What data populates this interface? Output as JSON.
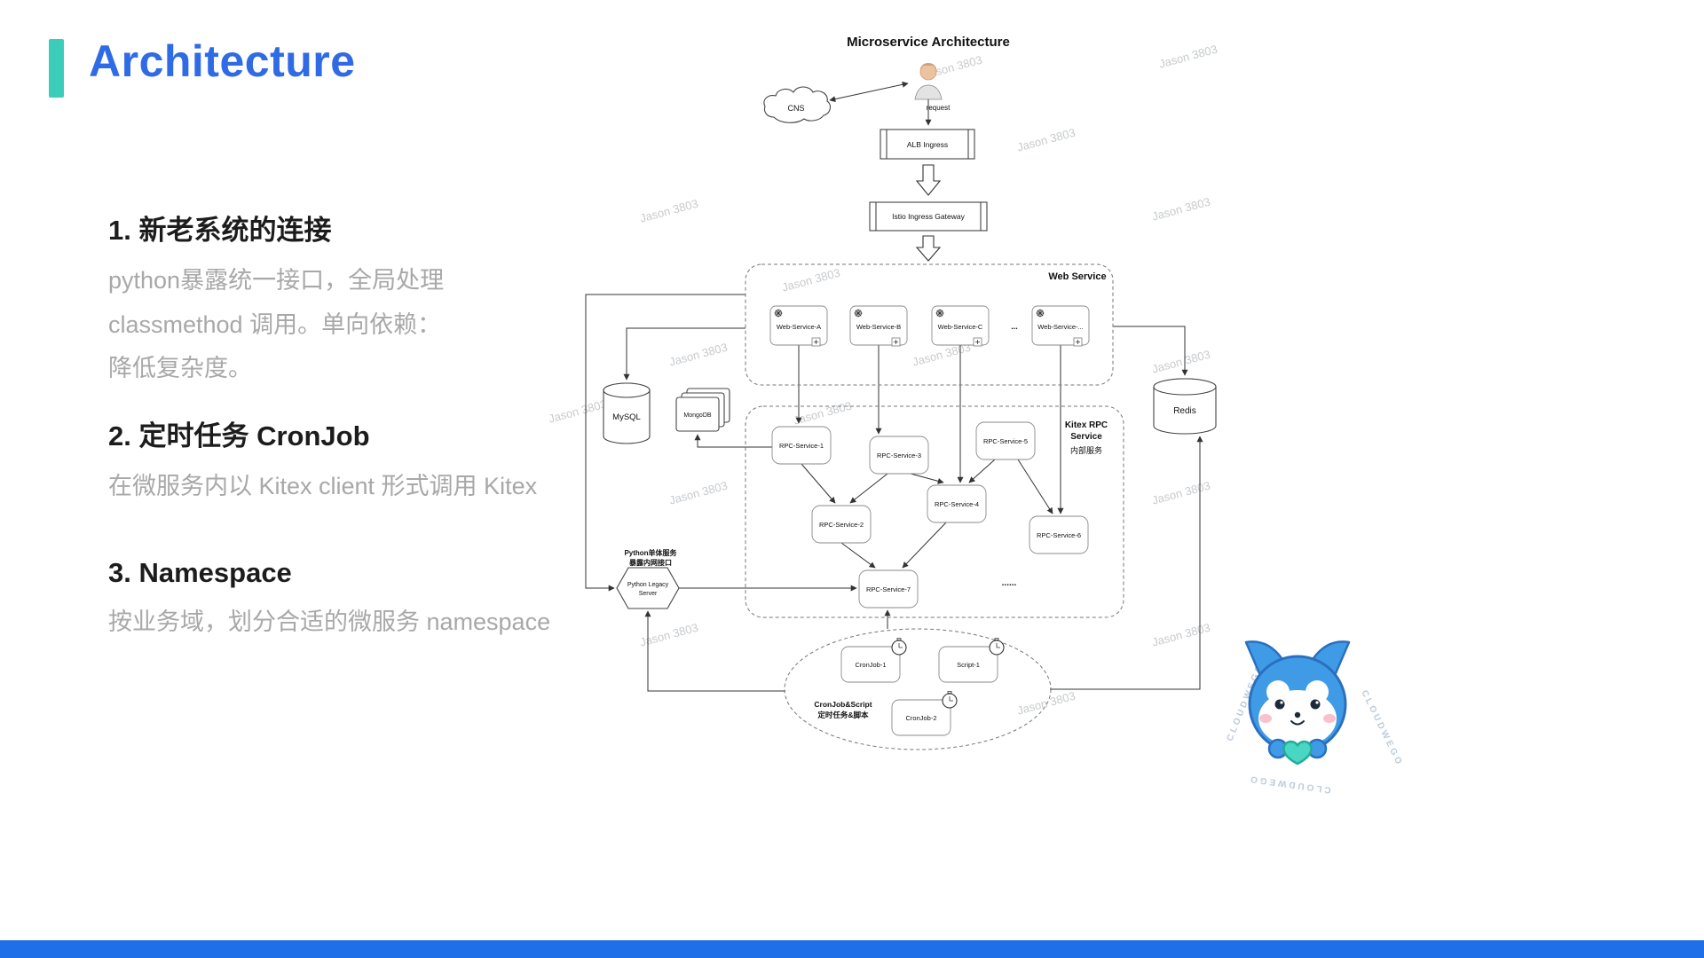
{
  "slide": {
    "title": "Architecture",
    "sections": [
      {
        "heading": "1. 新老系统的连接",
        "lines": [
          "python暴露统一接口，全局处理",
          "classmethod 调用。单向依赖：",
          "降低复杂度。"
        ]
      },
      {
        "heading": "2. 定时任务 CronJob",
        "lines": [
          "在微服务内以 Kitex client 形式调用 Kitex"
        ]
      },
      {
        "heading": "3. Namespace",
        "lines": [
          "按业务域，划分合适的微服务 namespace"
        ]
      }
    ]
  },
  "diagram": {
    "title": "Microservice Architecture",
    "cloud_label": "CNS",
    "request_label": "request",
    "alb_label": "ALB Ingress",
    "istio_label": "Istio Ingress Gateway",
    "web_group_label": "Web Service",
    "web_services": [
      "Web-Service-A",
      "Web-Service-B",
      "Web-Service-C",
      "Web-Service-..."
    ],
    "web_ellipsis": "...",
    "mysql_label": "MySQL",
    "mongodb_label": "MongoDB",
    "redis_label": "Redis",
    "kitex_label_line1": "Kitex RPC",
    "kitex_label_line2": "Service",
    "kitex_label_line3": "内部服务",
    "rpc": {
      "s1": "RPC-Service-1",
      "s2": "RPC-Service-2",
      "s3": "RPC-Service-3",
      "s4": "RPC-Service-4",
      "s5": "RPC-Service-5",
      "s6": "RPC-Service-6",
      "s7": "RPC-Service-7"
    },
    "rpc_ellipsis": "......",
    "python_caption_line1": "Python单体服务",
    "python_caption_line2": "暴露内网接口",
    "python_node_line1": "Python Legacy",
    "python_node_line2": "Server",
    "cron_group_line1": "CronJob&Script",
    "cron_group_line2": "定时任务&脚本",
    "cron_items": [
      "CronJob-1",
      "Script-1",
      "CronJob-2"
    ],
    "watermark": "Jason 3803"
  },
  "branding": {
    "ring_text": "CLOUDWEGO"
  },
  "colors": {
    "accent_teal": "#3bcdb9",
    "title_blue": "#2e6be5",
    "footer_blue": "#1f6fe8",
    "body_gray": "#a8a8a8"
  }
}
